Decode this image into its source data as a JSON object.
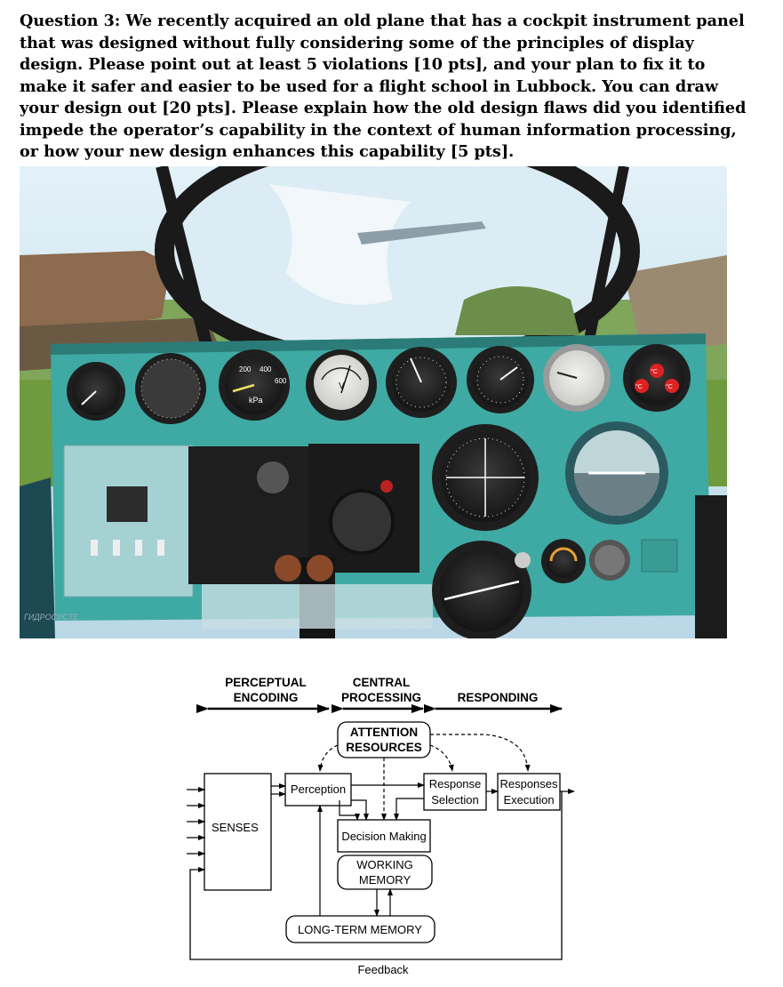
{
  "question": {
    "text": "Question 3: We recently acquired an old plane that has a cockpit instrument panel that was designed without fully considering some of the principles of display design. Please point out at least 5 violations [10 pts], and your plan to fix it to make it safer and easier to be used for a flight school in Lubbock. You can draw your design out [20 pts]. Please explain how the old design flaws did you identified impede the operator’s capability in the context of human information processing, or how your new design enhances this capability [5 pts]."
  },
  "photo": {
    "gauge_labels": {
      "kpa_unit": "kPa",
      "kpa_200": "200",
      "kpa_400": "400",
      "kpa_600": "600",
      "volt_unit": "V",
      "celsius_1": "°C",
      "celsius_2": "°C",
      "celsius_3": "°C",
      "hydro_text": "ГИДРОСИСТЕ"
    },
    "colors": {
      "panel": "#3fa9a3",
      "sky": "#cfe6f2",
      "grass": "#6f9a3e",
      "frame": "#1a1a1a"
    }
  },
  "diagram": {
    "stage_perceptual_line1": "PERCEPTUAL",
    "stage_perceptual_line2": "ENCODING",
    "stage_central_line1": "CENTRAL",
    "stage_central_line2": "PROCESSING",
    "stage_responding": "RESPONDING",
    "attention_line1": "ATTENTION",
    "attention_line2": "RESOURCES",
    "senses": "SENSES",
    "perception": "Perception",
    "response_selection_line1": "Response",
    "response_selection_line2": "Selection",
    "responses_execution_line1": "Responses",
    "responses_execution_line2": "Execution",
    "decision_making": "Decision Making",
    "working_memory_line1": "WORKING",
    "working_memory_line2": "MEMORY",
    "long_term_memory": "LONG-TERM MEMORY",
    "feedback": "Feedback"
  }
}
